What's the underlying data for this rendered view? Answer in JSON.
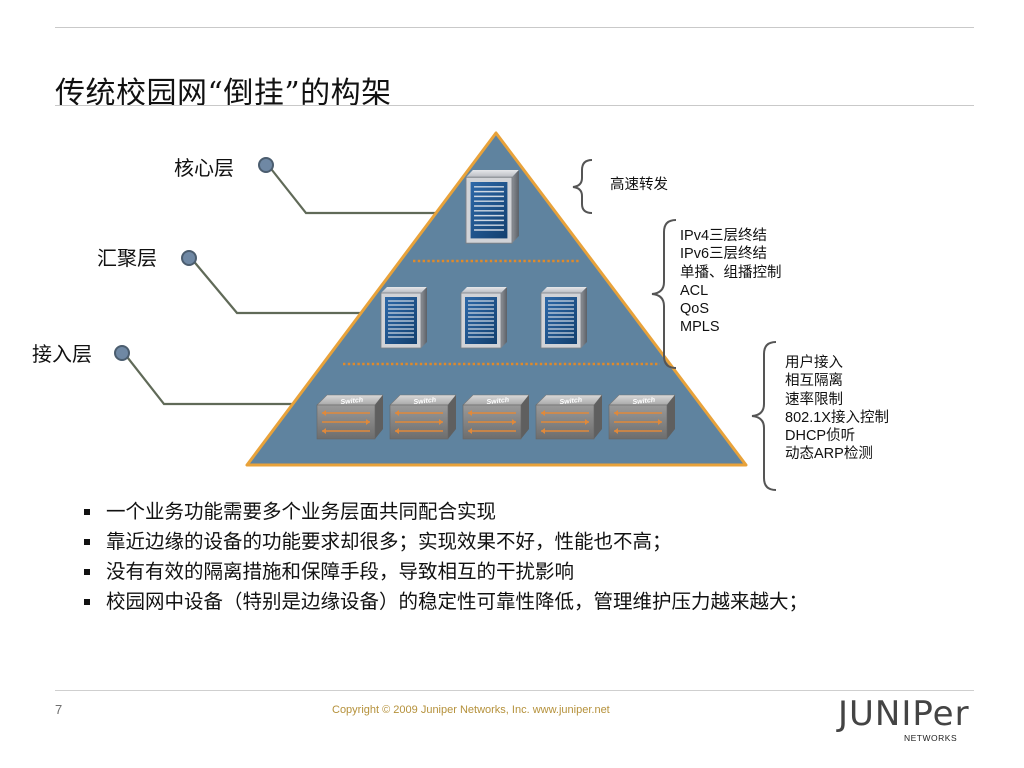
{
  "slide": {
    "title": "传统校园网“倒挂”的构架"
  },
  "layers": {
    "core_label": "核心层",
    "aggregation_label": "汇聚层",
    "access_label": "接入层"
  },
  "switch_label": "Switch",
  "notes": {
    "core": [
      "高速转发"
    ],
    "aggregation": [
      "IPv4三层终结",
      "IPv6三层终结",
      "单播、组播控制",
      "ACL",
      "QoS",
      "MPLS"
    ],
    "access": [
      "用户接入",
      "相互隔离",
      "速率限制",
      "802.1X接入控制",
      "DHCP侦听",
      "动态ARP检测"
    ]
  },
  "bullets": [
    "一个业务功能需要多个业务层面共同配合实现",
    "靠近边缘的设备的功能要求却很多；实现效果不好，性能也不高；",
    "没有有效的隔离措施和保障手段，导致相互的干扰影响",
    "校园网中设备（特别是边缘设备）的稳定性可靠性降低，管理维护压力越来越大；"
  ],
  "footer": {
    "page_number": "7",
    "copyright": "Copyright © 2009 Juniper Networks, Inc.     www.juniper.net",
    "logo_word": "JUNIPer",
    "logo_sub": "NETWORKS"
  },
  "colors": {
    "pyramid_fill": "#5f839f",
    "pyramid_border": "#e8a23a",
    "divider_dots": "#e08a2a",
    "connector_line": "#606a58",
    "server_face": "#1c4e86",
    "switch_stripe": "#e0893a"
  }
}
